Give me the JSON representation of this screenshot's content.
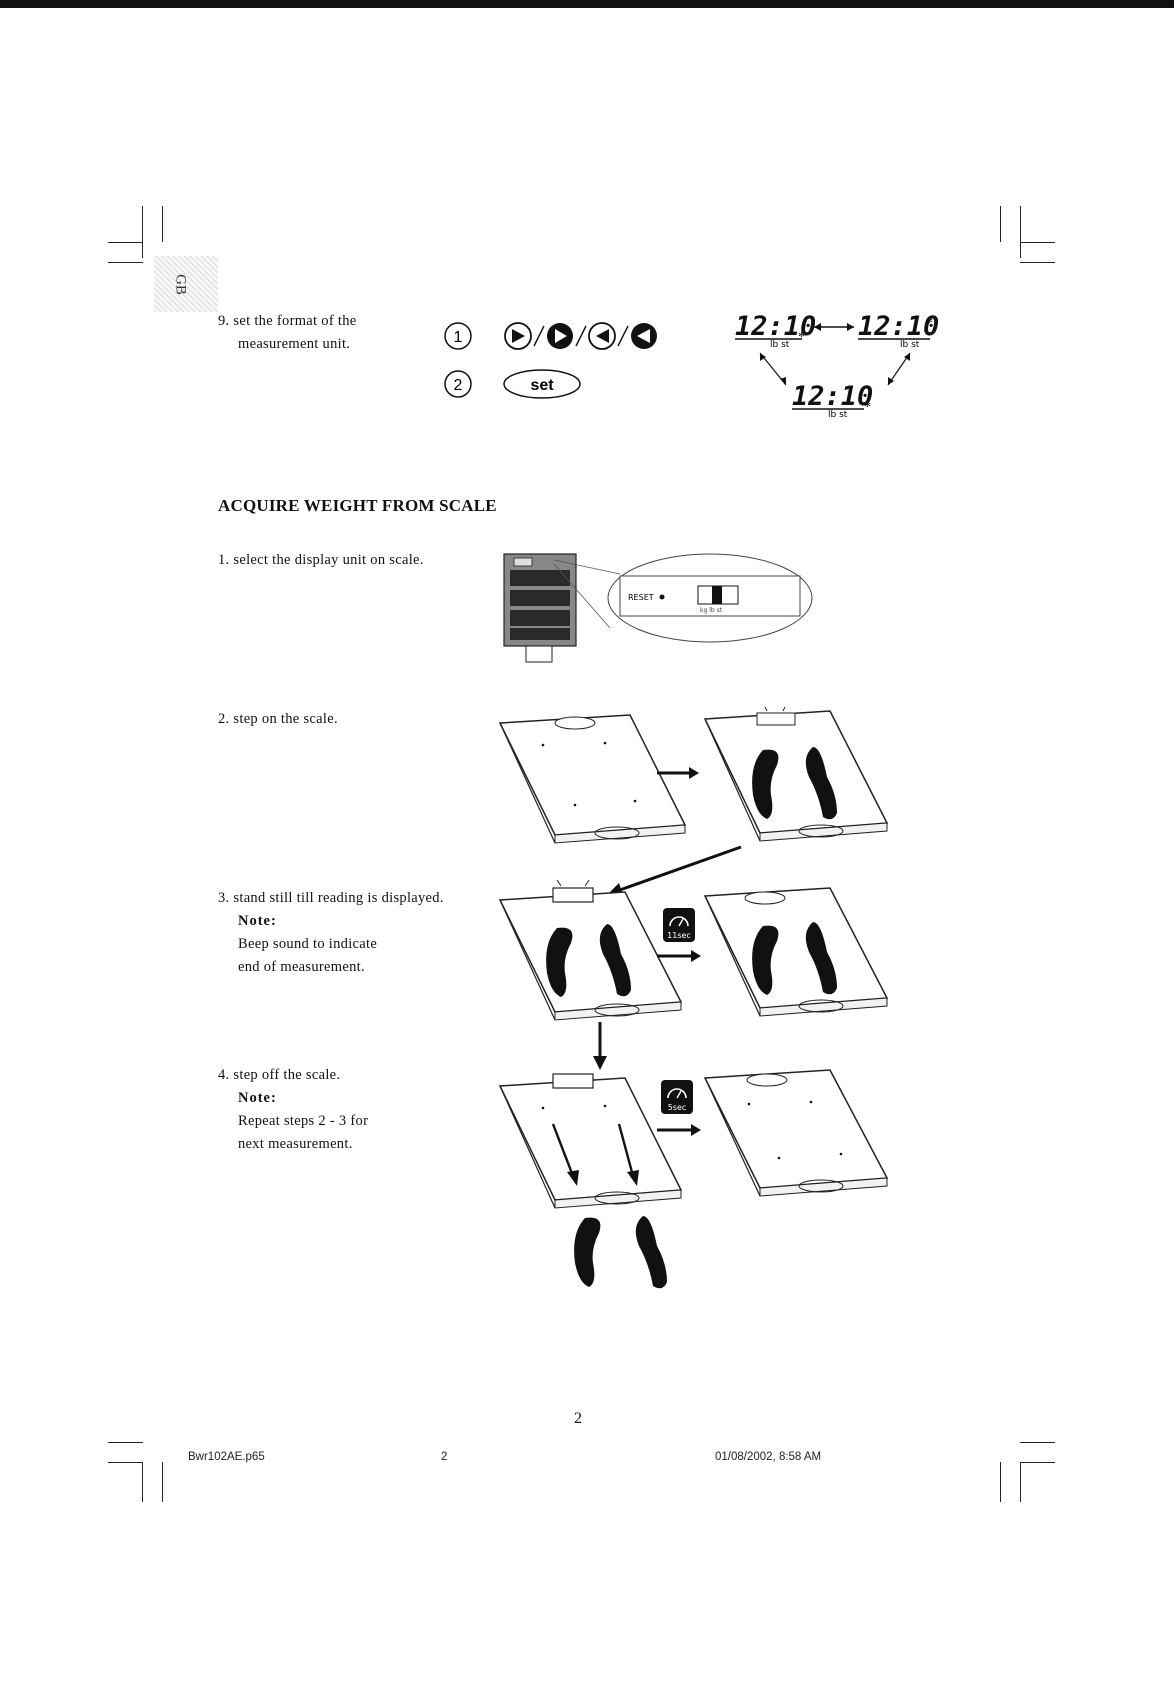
{
  "side_tab": "GB",
  "step9": {
    "number": "9.",
    "text": "set the format of the measurement unit.",
    "line1": "set the format of the",
    "line2": "measurement unit.",
    "circle1": "1",
    "circle2": "2",
    "set_button": "set",
    "lcd_time": "12:10",
    "lcd_unit": "lb st"
  },
  "section_title": "ACQUIRE WEIGHT FROM SCALE",
  "steps": [
    {
      "number": "1.",
      "text": "select the display unit on scale."
    },
    {
      "number": "2.",
      "text": "step on the scale."
    },
    {
      "number": "3.",
      "text": "stand still till reading is displayed.",
      "note_label": "Note:",
      "note_line1": "Beep sound to indicate",
      "note_line2": "end of measurement."
    },
    {
      "number": "4.",
      "text": "step off the scale.",
      "note_label": "Note:",
      "note_line1": "Repeat steps 2 - 3 for",
      "note_line2": "next measurement."
    }
  ],
  "scale_switch": {
    "reset_label": "RESET"
  },
  "timers": {
    "first": "11sec",
    "second": "5sec"
  },
  "page_number": "2",
  "footer": {
    "file": "Bwr102AE.p65",
    "page": "2",
    "datetime": "01/08/2002, 8:58 AM"
  }
}
